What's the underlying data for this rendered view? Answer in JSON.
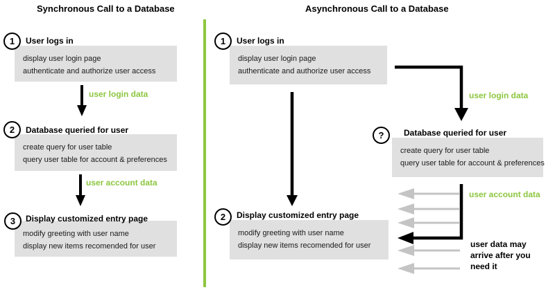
{
  "colors": {
    "accent_green": "#8DC63F",
    "box_gray": "#E0E0E0",
    "arrow_gray": "#C4C4C4",
    "text_black": "#111111"
  },
  "left_panel": {
    "title": "Synchronous Call to a Database",
    "steps": [
      {
        "number": "1",
        "header": "User logs in",
        "lines": [
          "display user login page",
          "authenticate and authorize user access"
        ]
      },
      {
        "number": "2",
        "header": "Database queried for user",
        "lines": [
          "create query for user table",
          "query user table for account & preferences"
        ]
      },
      {
        "number": "3",
        "header": "Display customized entry page",
        "lines": [
          "modify greeting with user name",
          "display new items recomended for user"
        ]
      }
    ],
    "arrow_labels": [
      "user login data",
      "user account data"
    ]
  },
  "right_panel": {
    "title": "Asynchronous Call to a Database",
    "steps": [
      {
        "number": "1",
        "header": "User logs in",
        "lines": [
          "display user login page",
          "authenticate and authorize user access"
        ]
      },
      {
        "number": "?",
        "header": "Database queried for user",
        "lines": [
          "create query for user table",
          "query user table for account & preferences"
        ]
      },
      {
        "number": "2",
        "header": "Display customized entry page",
        "lines": [
          "modify greeting with user name",
          "display new items recomended for user"
        ]
      }
    ],
    "arrow_labels": [
      "user login data",
      "user account data"
    ],
    "note_lines": [
      "user data may",
      "arrive after you",
      "need it"
    ]
  }
}
